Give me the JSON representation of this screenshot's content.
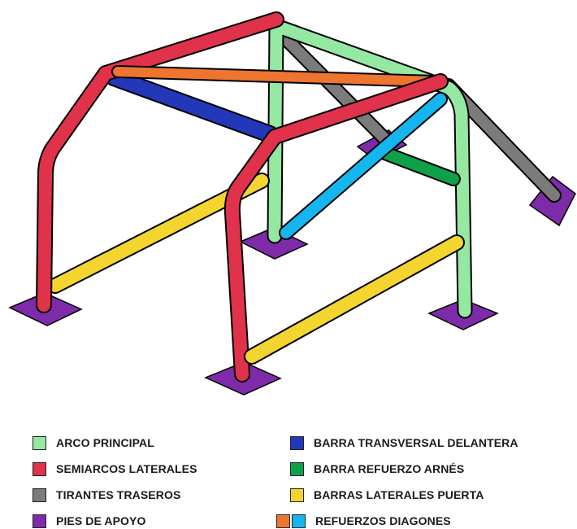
{
  "colors": {
    "arco_principal": "#95E8A1",
    "semiarcos": "#E0324A",
    "tirantes": "#7B7B7B",
    "pies": "#7D2BA8",
    "transversal": "#2238B8",
    "arnes": "#0EA14A",
    "puerta": "#F4D52F",
    "diagonal_naranja": "#EE7530",
    "diagonal_azul": "#15B5F0",
    "outline": "#000000"
  },
  "legend": [
    {
      "label": "ARCO PRINCIPAL",
      "swatches": [
        "#95E8A1"
      ]
    },
    {
      "label": "SEMIARCOS LATERALES",
      "swatches": [
        "#E0324A"
      ]
    },
    {
      "label": "TIRANTES TRASEROS",
      "swatches": [
        "#7B7B7B"
      ]
    },
    {
      "label": "PIES DE APOYO",
      "swatches": [
        "#7D2BA8"
      ]
    },
    {
      "label": "BARRA TRANSVERSAL DELANTERA",
      "swatches": [
        "#2238B8"
      ]
    },
    {
      "label": "BARRA REFUERZO ARNÉS",
      "swatches": [
        "#0EA14A"
      ]
    },
    {
      "label": "BARRAS LATERALES PUERTA",
      "swatches": [
        "#F4D52F"
      ]
    },
    {
      "label": "REFUERZOS DIAGONES",
      "swatches": [
        "#EE7530",
        "#15B5F0"
      ]
    }
  ]
}
